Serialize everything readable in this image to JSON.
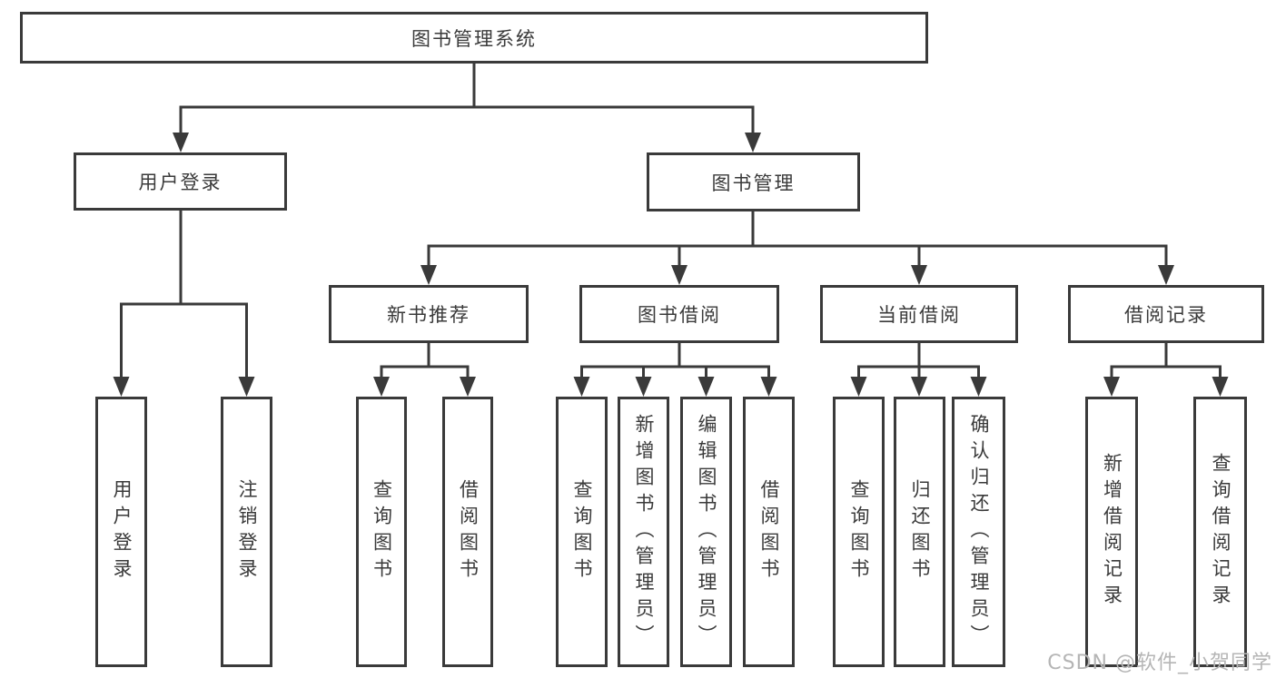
{
  "tree": {
    "label": "图书管理系统",
    "children": [
      {
        "label": "用户登录",
        "children": [
          {
            "label": "用户登录"
          },
          {
            "label": "注销登录"
          }
        ]
      },
      {
        "label": "图书管理",
        "children": [
          {
            "label": "新书推荐",
            "children": [
              {
                "label": "查询图书"
              },
              {
                "label": "借阅图书"
              }
            ]
          },
          {
            "label": "图书借阅",
            "children": [
              {
                "label": "查询图书"
              },
              {
                "label": "新增图书（管理员）"
              },
              {
                "label": "编辑图书（管理员）"
              },
              {
                "label": "借阅图书"
              }
            ]
          },
          {
            "label": "当前借阅",
            "children": [
              {
                "label": "查询图书"
              },
              {
                "label": "归还图书"
              },
              {
                "label": "确认归还（管理员）"
              }
            ]
          },
          {
            "label": "借阅记录",
            "children": [
              {
                "label": "新增借阅记录"
              },
              {
                "label": "查询借阅记录"
              }
            ]
          }
        ]
      }
    ]
  },
  "watermark": "CSDN @软件_小贺同学",
  "colors": {
    "line": "#3a3a3a",
    "box_border": "#3a3a3a",
    "text": "#3a3a3a",
    "watermark": "#b5b5b5",
    "background": "#ffffff"
  }
}
